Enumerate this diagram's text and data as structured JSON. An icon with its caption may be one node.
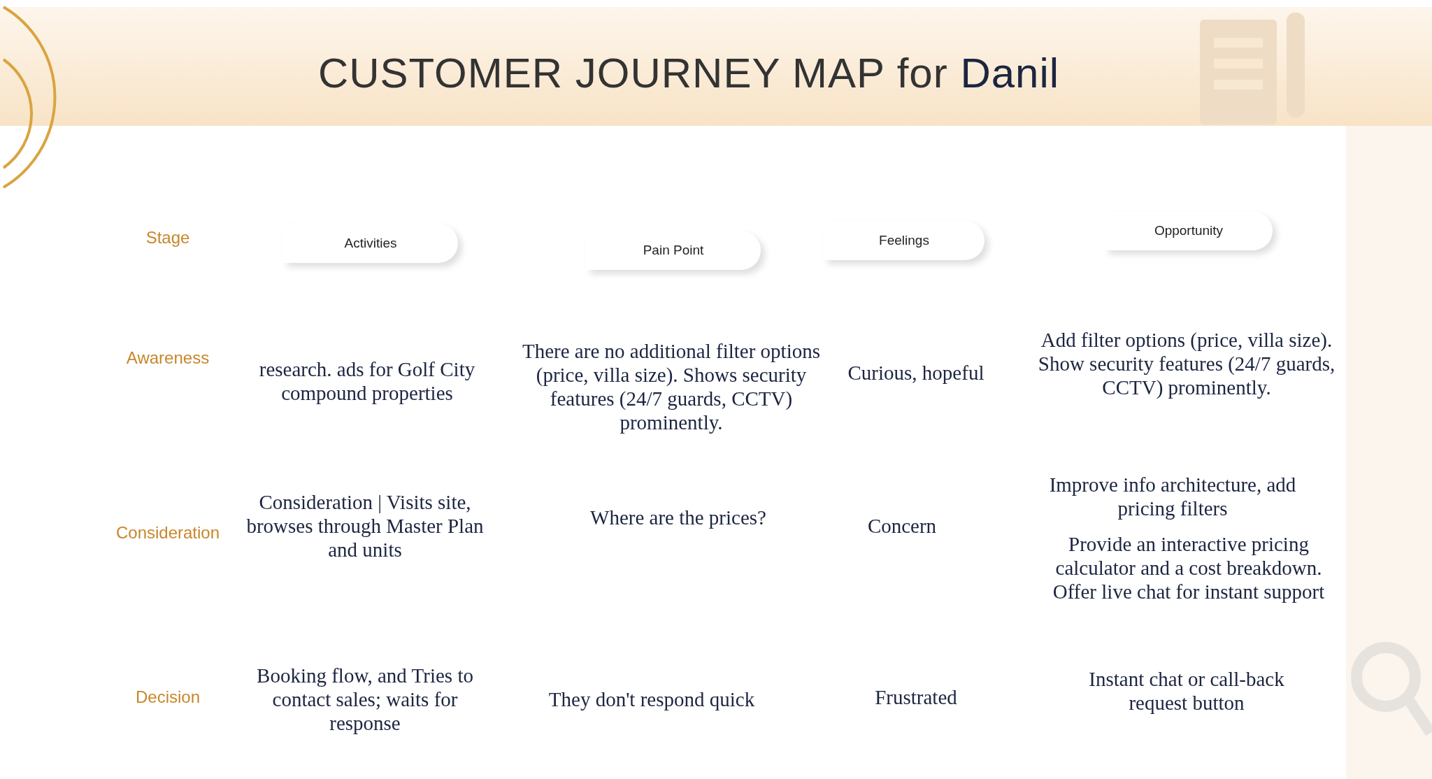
{
  "diagram": {
    "title": "CUSTOMER JOURNEY MAP for **Danil**",
    "nodes": [
      {
        "text": [
          "Activities"
        ]
      },
      {
        "text": [
          "Pain Point"
        ]
      },
      {
        "text": [
          "Feelings"
        ]
      },
      {
        "text": [
          "Opportunity"
        ]
      }
    ],
    "labels": [
      "Stage",
      "Awareness",
      "research. ads for Golf City compound properties",
      "There are no additional filter options (price, villa size). Shows security features (24/7 guards, CCTV) prominently.",
      "Curious, hopeful",
      "Add filter options (price, villa size). Show security features (24/7 guards, CCTV) prominently.",
      "Consideration",
      "Consideration | Visits site, browses through Master Plan and units",
      "Where are the prices?",
      "Concern",
      "Improve info architecture, add pricing filters",
      "Provide an interactive pricing calculator and a cost breakdown. Offer live chat for instant support",
      "Decision",
      "Booking flow, and Tries to contact sales; waits for response",
      "They don't respond quick",
      "Frustrated",
      "Instant chat or call-back request button"
    ]
  }
}
